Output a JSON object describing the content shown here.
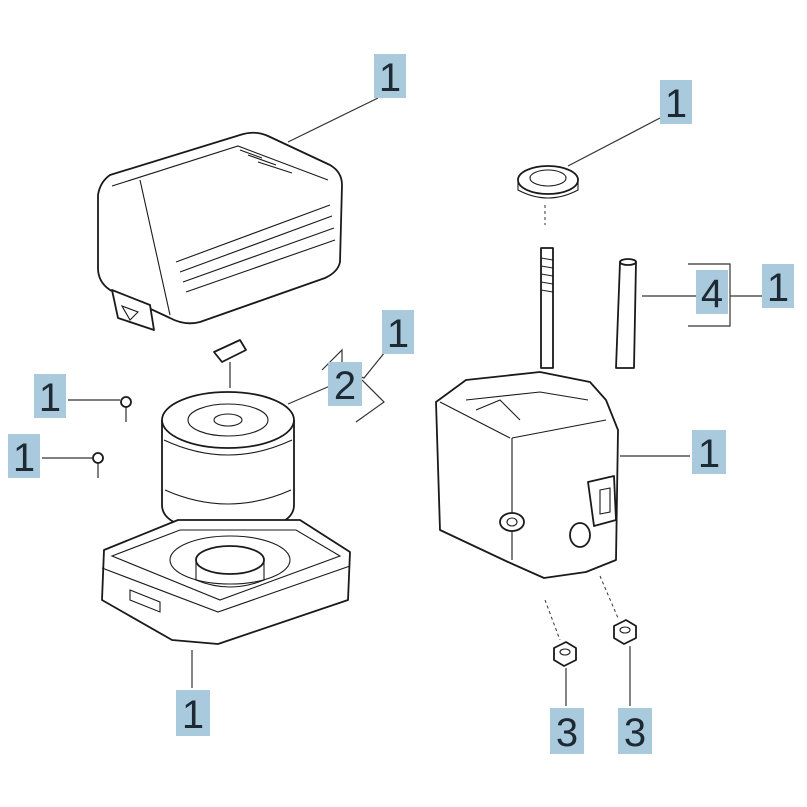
{
  "diagram": {
    "callouts": [
      {
        "id": "cover",
        "label": "1"
      },
      {
        "id": "seal-ring",
        "label": "1"
      },
      {
        "id": "filter-qty",
        "label": "1"
      },
      {
        "id": "filter",
        "label": "2"
      },
      {
        "id": "tube-qty",
        "label": "1"
      },
      {
        "id": "tube",
        "label": "4"
      },
      {
        "id": "screw-upper",
        "label": "1"
      },
      {
        "id": "screw-lower",
        "label": "1"
      },
      {
        "id": "bracket",
        "label": "1"
      },
      {
        "id": "base",
        "label": "1"
      },
      {
        "id": "nut-left",
        "label": "3"
      },
      {
        "id": "nut-right",
        "label": "3"
      }
    ]
  }
}
